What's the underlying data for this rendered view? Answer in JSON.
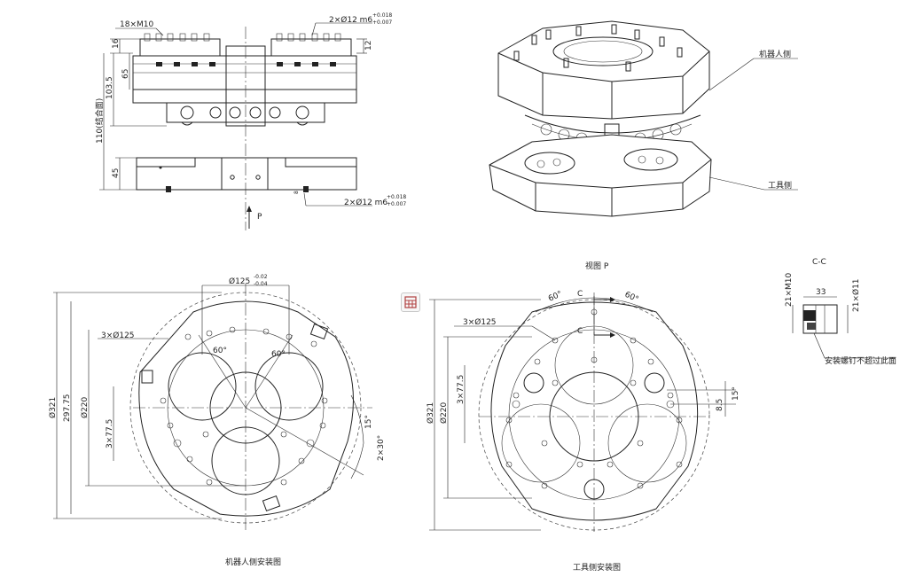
{
  "labels": {
    "thread_count": "18×M10",
    "pin_top": "2×Ø12 m6",
    "pin_top_tol_up": "+0.018",
    "pin_top_tol_dn": "+0.007",
    "pin_bottom": "2×Ø12 m6",
    "pin_bottom_tol_up": "+0.018",
    "pin_bottom_tol_dn": "+0.007",
    "dim_16": "16",
    "dim_65": "65",
    "dim_103_5": "103.5",
    "dim_110": "110(结合面)",
    "dim_45": "45",
    "dim_12": "12",
    "dim_8": "8",
    "view_arrow": "P",
    "robot_side": "机器人侧",
    "tool_side": "工具侧",
    "view_p_title": "视图 P",
    "section_title": "C-C",
    "section_m10": "21×M10",
    "section_33": "33",
    "section_phi11": "21×Ø11",
    "section_note": "安装螺钉不超过此面",
    "left_phi125": "Ø125",
    "left_phi125_tol_up": "-0.02",
    "left_phi125_tol_dn": "-0.04",
    "left_3phi125": "3×Ø125",
    "left_60a": "60°",
    "left_60b": "60°",
    "left_phi321": "Ø321",
    "left_297_75": "297.75",
    "left_phi220": "Ø220",
    "left_3x77_5": "3×77.5",
    "left_15": "15°",
    "left_2x30": "2×30°",
    "right_3phi125": "3×Ø125",
    "right_60a": "60°",
    "right_60b": "60°",
    "right_c1": "C",
    "right_c2": "C",
    "right_phi321": "Ø321",
    "right_phi220": "Ø220",
    "right_3x77_5": "3×77.5",
    "right_15": "15°",
    "right_8_5": "8.5",
    "caption_robot": "机器人侧安装图",
    "caption_tool": "工具侧安装图"
  },
  "icons": {
    "toolbar_button": "table-grid-icon"
  }
}
